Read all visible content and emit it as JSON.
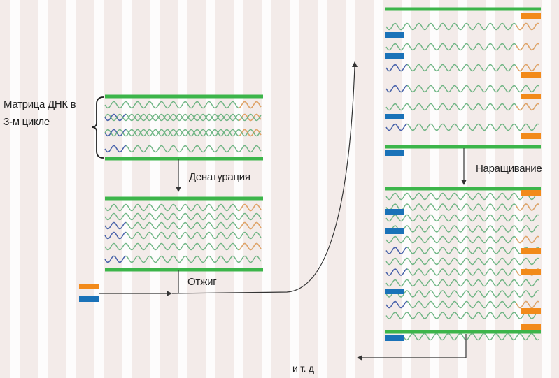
{
  "labels": {
    "template": [
      "Матрица ДНК в",
      "3-м цикле"
    ],
    "denaturation": "Денатурация",
    "annealing": "Отжиг",
    "extension": "Наращивание",
    "etc": "и т. д"
  },
  "colors": {
    "strand_bar": "#3cb54a",
    "wave_green": "#5fae78",
    "wave_orange": "#e8a064",
    "wave_blue": "#4a5fb0",
    "primer_orange": "#f28a1a",
    "primer_blue": "#1a72b8",
    "arrow": "#333333"
  }
}
